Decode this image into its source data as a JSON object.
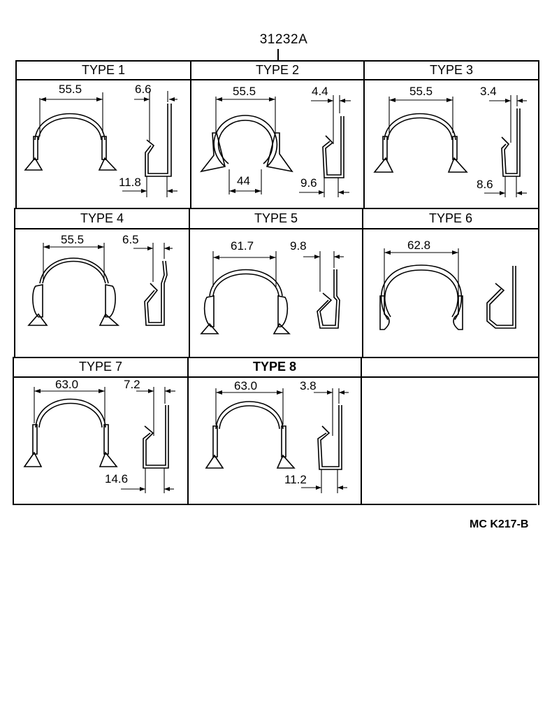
{
  "diagram": {
    "part_number": "31232A",
    "code": "MC K217-B",
    "types": [
      {
        "label": "TYPE 1",
        "width": "55.5",
        "thickness": "6.6",
        "depth": "11.8"
      },
      {
        "label": "TYPE 2",
        "width": "55.5",
        "inner": "44",
        "thickness": "4.4",
        "depth": "9.6"
      },
      {
        "label": "TYPE 3",
        "width": "55.5",
        "thickness": "3.4",
        "depth": "8.6"
      },
      {
        "label": "TYPE 4",
        "width": "55.5",
        "thickness": "6.5"
      },
      {
        "label": "TYPE 5",
        "width": "61.7",
        "thickness": "9.8"
      },
      {
        "label": "TYPE 6",
        "width": "62.8"
      },
      {
        "label": "TYPE 7",
        "width": "63.0",
        "thickness": "7.2",
        "depth": "14.6"
      },
      {
        "label": "TYPE 8",
        "width": "63.0",
        "thickness": "3.8",
        "depth": "11.2"
      }
    ]
  }
}
